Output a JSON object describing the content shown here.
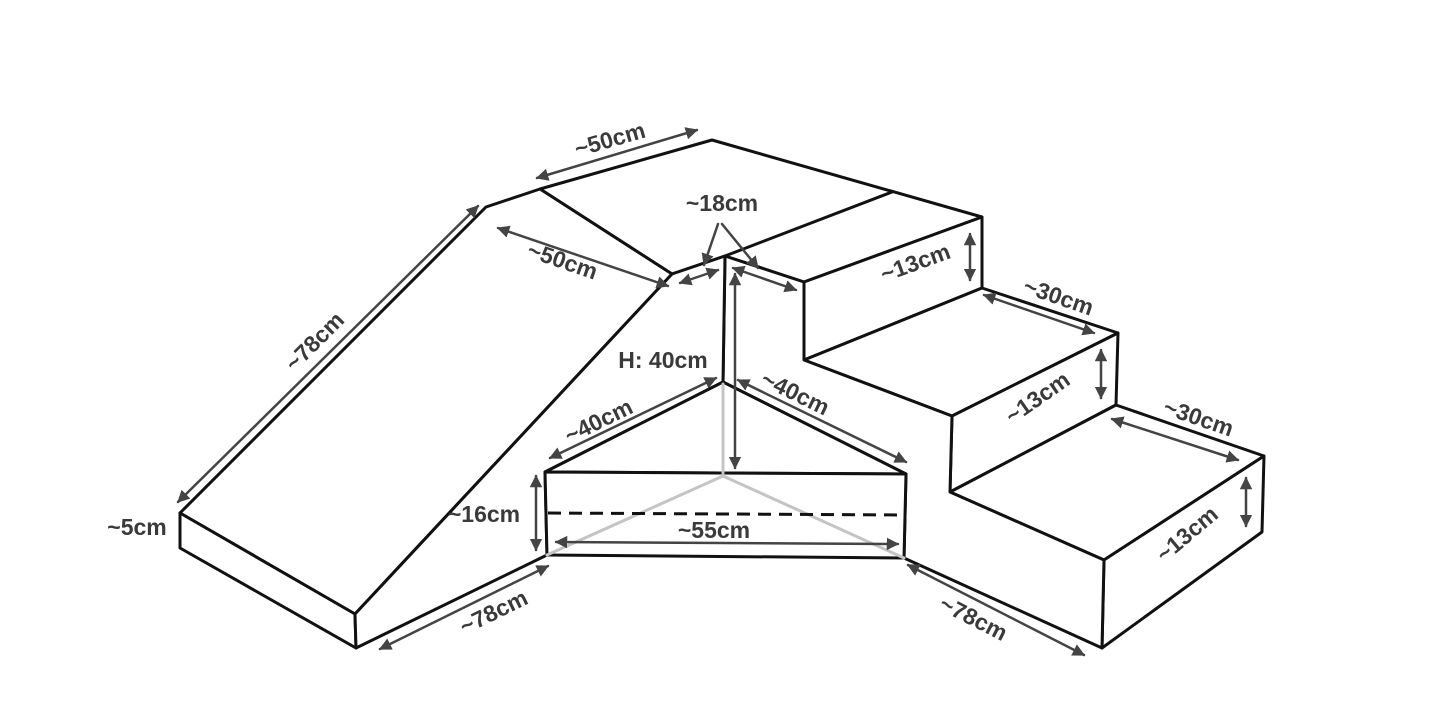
{
  "colors": {
    "outline": "#111111",
    "dimension": "#444444",
    "hidden": "#c4c4c4",
    "label": "#3a3a3a"
  },
  "labels": {
    "top_width": "~50cm",
    "ramp_top_width": "~50cm",
    "center_gap": "~18cm",
    "ramp_length": "~78cm",
    "ramp_end_height": "~5cm",
    "height": "H: 40cm",
    "wedge_left": "~40cm",
    "wedge_right": "~40cm",
    "wedge_height": "~16cm",
    "wedge_width": "~55cm",
    "base_left": "~78cm",
    "base_right": "~78cm",
    "step1_height": "~13cm",
    "step2_depth": "~30cm",
    "step2_height": "~13cm",
    "step3_depth": "~30cm",
    "step3_height": "~13cm"
  }
}
